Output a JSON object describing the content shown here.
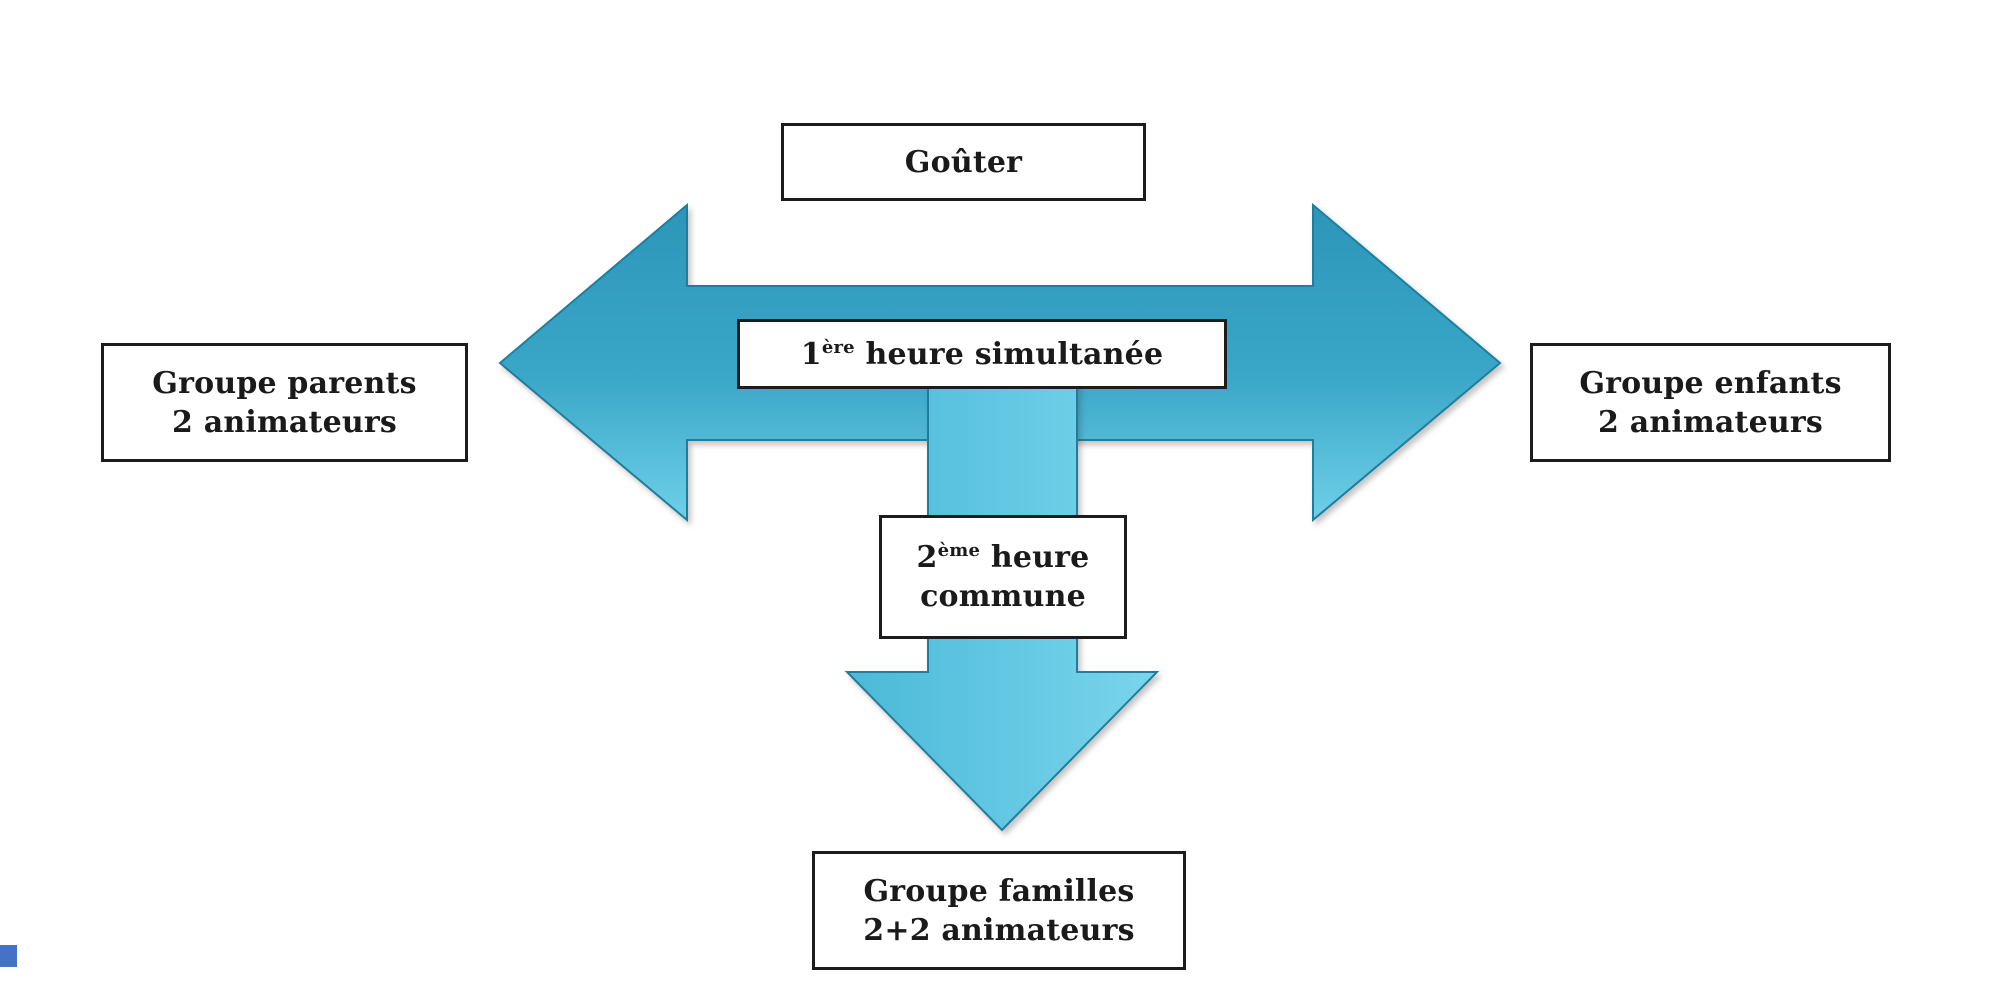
{
  "diagram": {
    "boxes": {
      "gouter": {
        "label": "Goûter"
      },
      "first_hour": {
        "num": "1",
        "sup": "ère",
        "rest": " heure simultanée"
      },
      "parents": {
        "line1": "Groupe parents",
        "line2": "2 animateurs"
      },
      "enfants": {
        "line1": "Groupe enfants",
        "line2": "2 animateurs"
      },
      "second_hour": {
        "num": "2",
        "sup": "ème",
        "rest": " heure",
        "line2": "commune"
      },
      "familles": {
        "line1": "Groupe familles",
        "line2": "2+2 animateurs"
      }
    },
    "colors": {
      "arrow_h_top": "#2d96b8",
      "arrow_h_mid": "#3aa7c8",
      "arrow_h_bottom": "#6fd0e8",
      "arrow_v_top": "#4bb9d8",
      "arrow_v_bottom": "#7ad5ec",
      "arrow_stroke": "#1f7e9e",
      "box_border": "#1c1c1c",
      "corner_square": "#4472c4"
    }
  }
}
